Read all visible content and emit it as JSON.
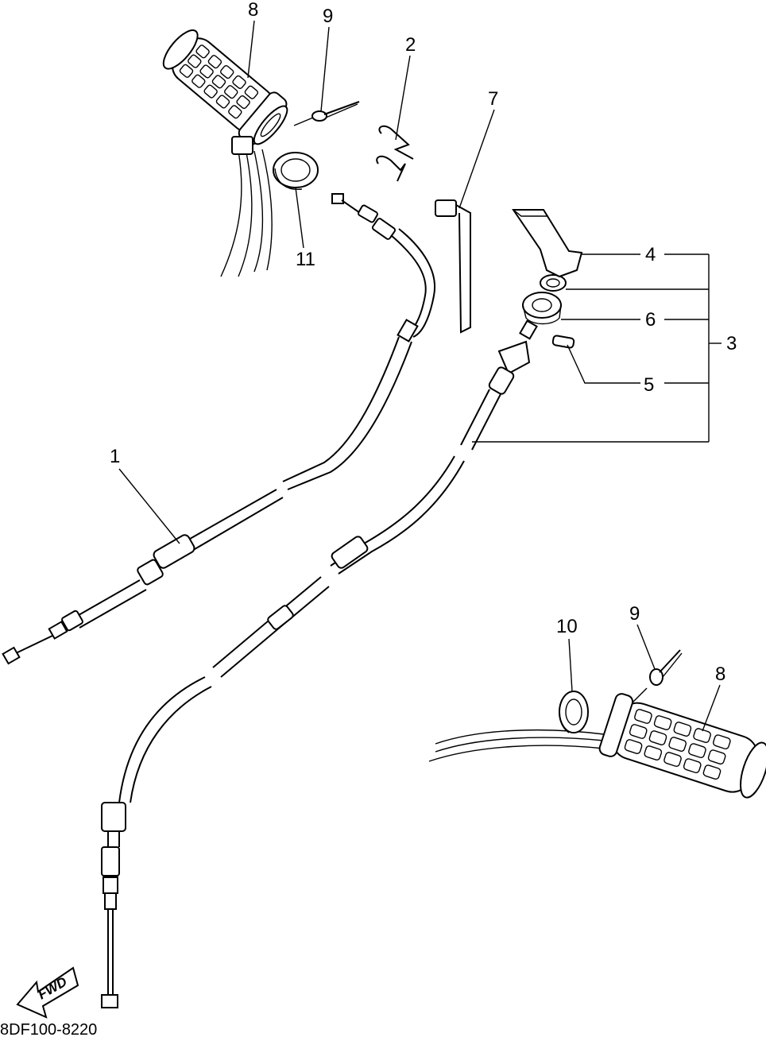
{
  "callouts": {
    "c1": "1",
    "c2": "2",
    "c3": "3",
    "c4": "4",
    "c5": "5",
    "c6": "6",
    "c7": "7",
    "c8a": "8",
    "c8b": "8",
    "c9a": "9",
    "c9b": "9",
    "c10": "10",
    "c11": "11"
  },
  "fwd_label": "FWD",
  "diagram_code": "8DF100-8220"
}
